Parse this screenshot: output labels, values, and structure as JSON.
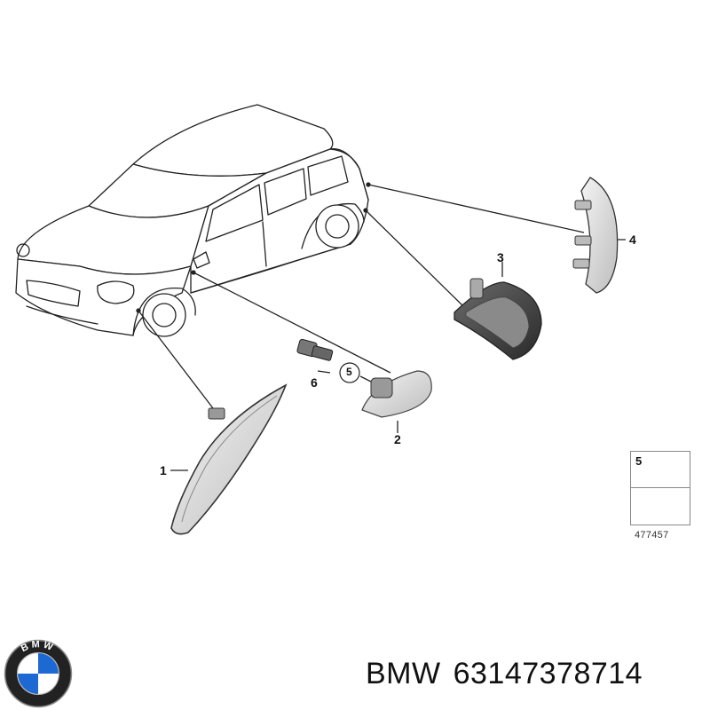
{
  "callouts": {
    "part1": "1",
    "part2": "2",
    "part3": "3",
    "part4": "4",
    "part5": "5",
    "part6": "6"
  },
  "legend": {
    "item_number": "5",
    "reference_code": "477457"
  },
  "caption": {
    "brand": "BMW",
    "part_number": "63147378714"
  },
  "logo": {
    "icon": "bmw-roundel-icon",
    "lettering": "BMW"
  },
  "colors": {
    "line": "#222222",
    "part_fill": "#d8d8d8",
    "part_dark": "#555555",
    "logo_blue": "#1c69d4"
  }
}
